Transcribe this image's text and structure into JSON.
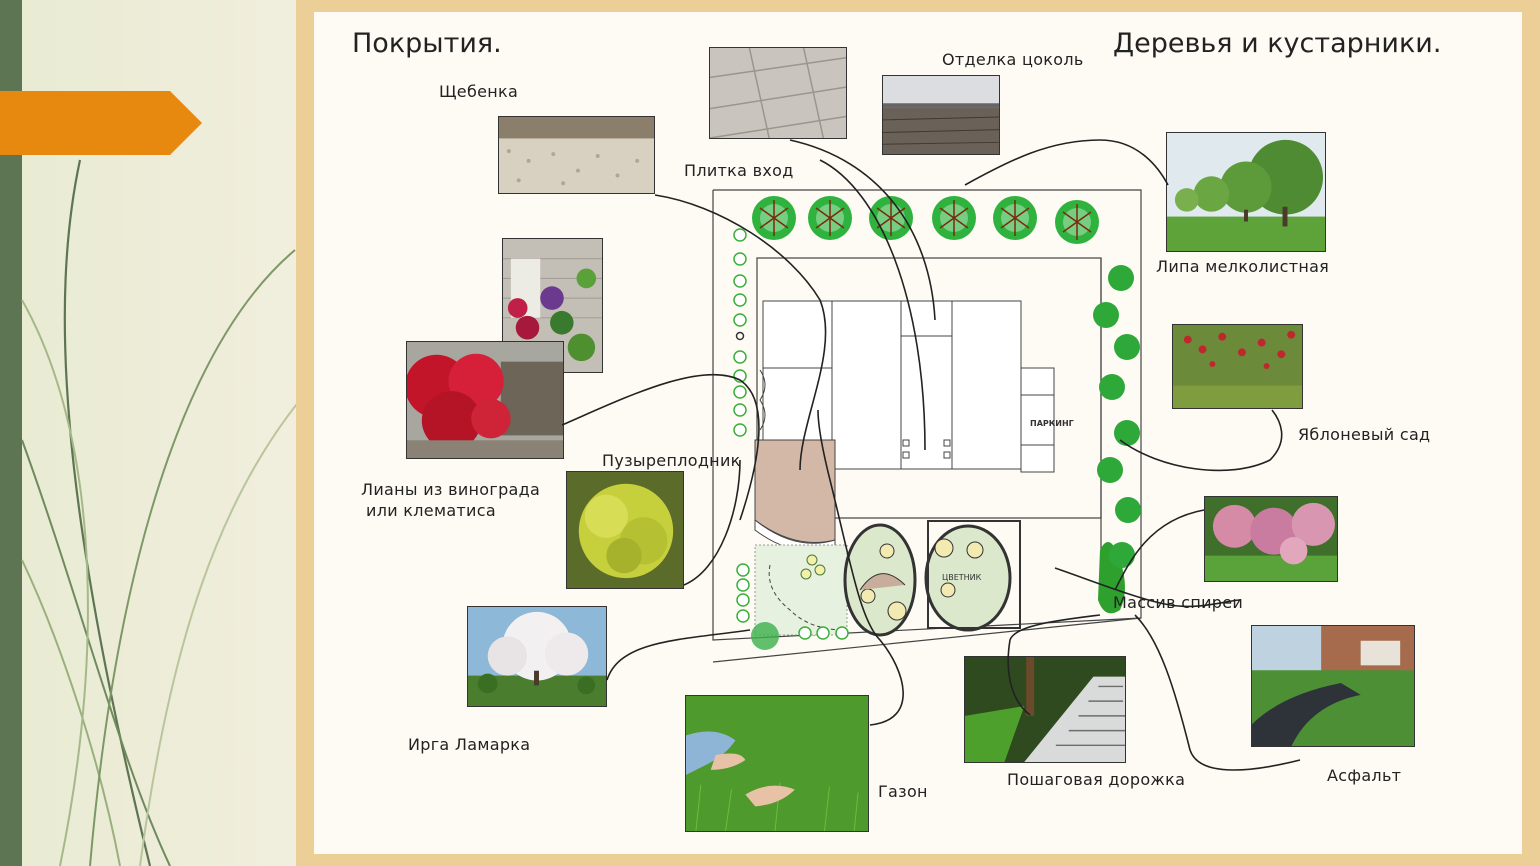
{
  "headings": {
    "coverings": "Покрытия.",
    "trees": "Деревья и кустарники."
  },
  "labels": {
    "gravel": "Щебенка",
    "plinth": "Отделка цоколь",
    "entrance_tile": "Плитка вход",
    "linden": "Липа мелколистная",
    "apple_orchard": "Яблоневый сад",
    "physocarpus": "Пузыреплодник",
    "vines_line1": "Лианы из винограда",
    "vines_line2": "или клематиса",
    "spirea": "Массив спиреи",
    "amelanchier": "Ирга Ламарка",
    "lawn": "Газон",
    "stepping_path": "Пошаговая дорожка",
    "asphalt": "Асфальт"
  },
  "plan": {
    "parking": "ПАРКИНГ",
    "flowerbed": "ЦВЕТНИК"
  },
  "colors": {
    "accent_arrow": "#e8890f",
    "frame": "#ebcf97",
    "sidebar": "#5d7552"
  }
}
